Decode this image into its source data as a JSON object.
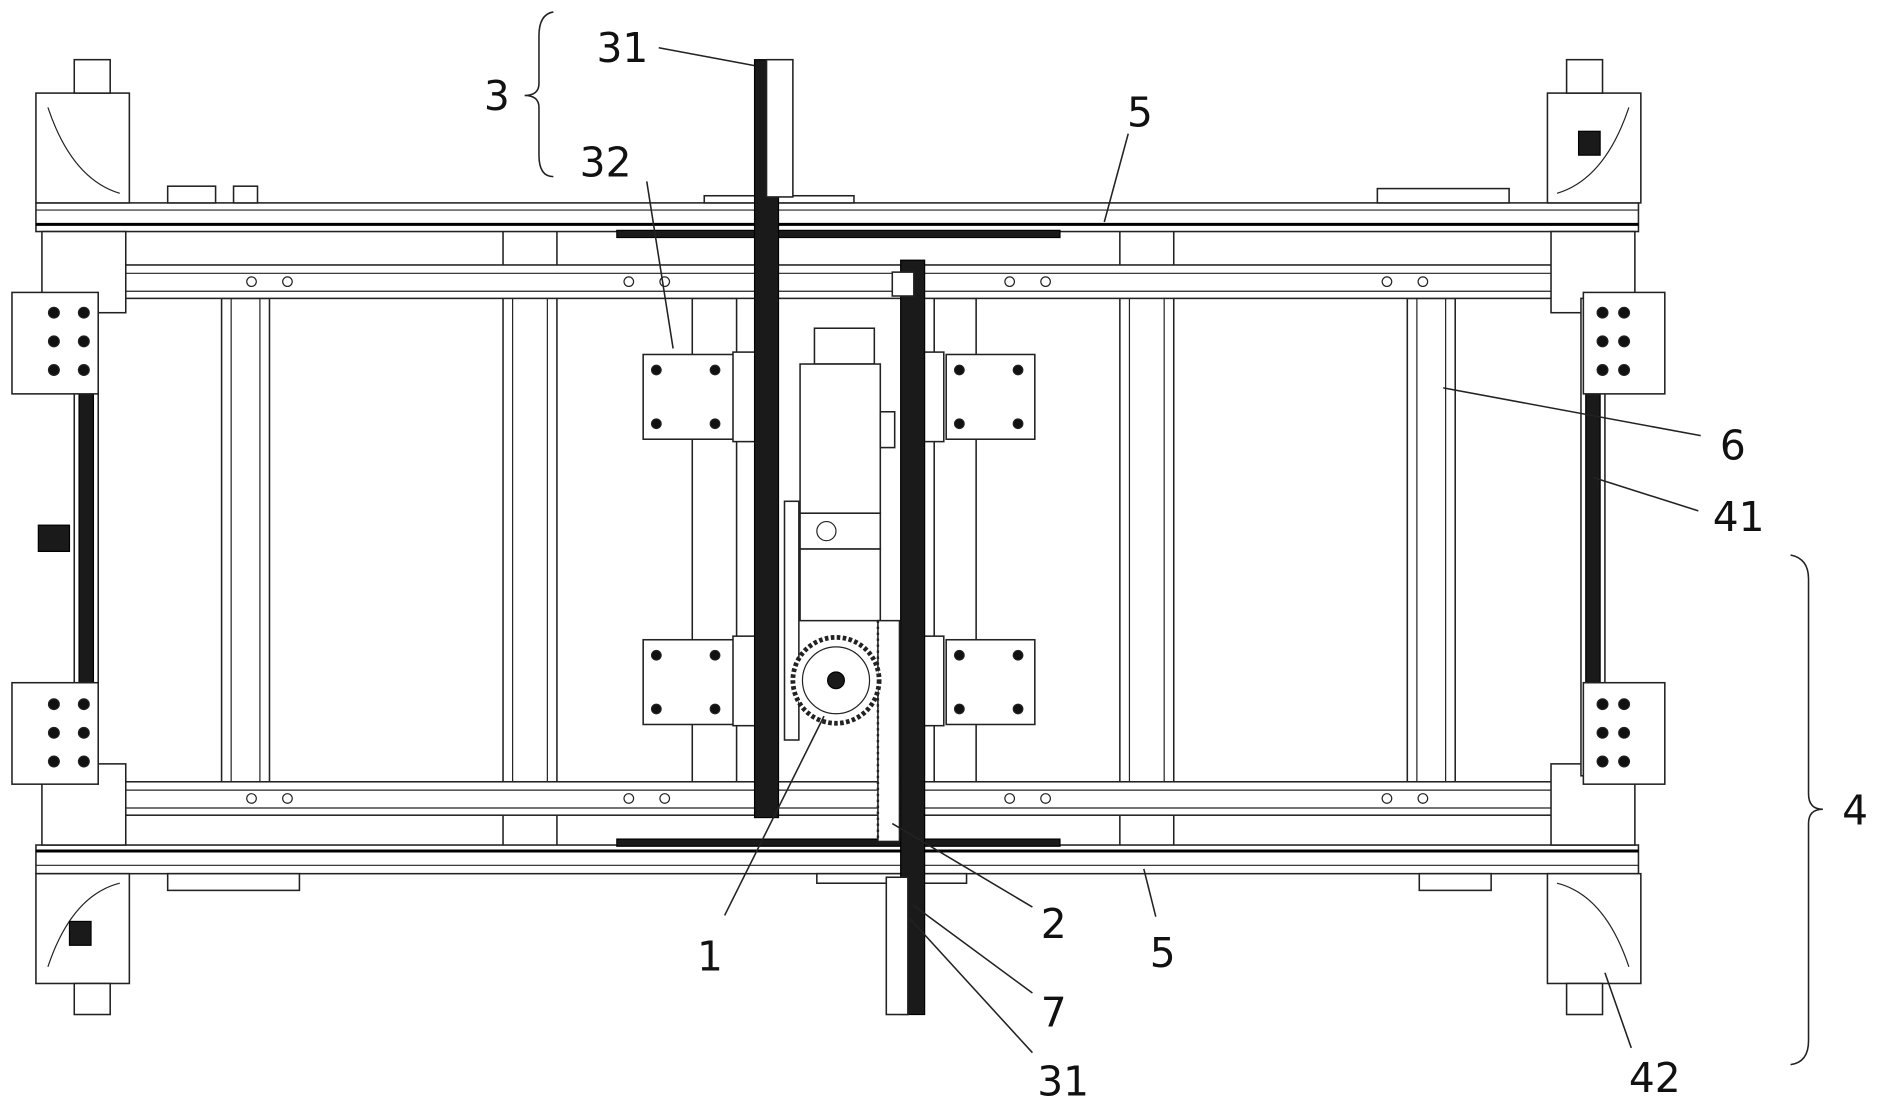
{
  "figure": {
    "labels": {
      "l31_top": "31",
      "l3": "3",
      "l32": "32",
      "l5_top": "5",
      "l6": "6",
      "l41": "41",
      "l4": "4",
      "l42": "42",
      "l5_bottom": "5",
      "l31_bottom": "31",
      "l7": "7",
      "l2": "2",
      "l1": "1"
    }
  }
}
